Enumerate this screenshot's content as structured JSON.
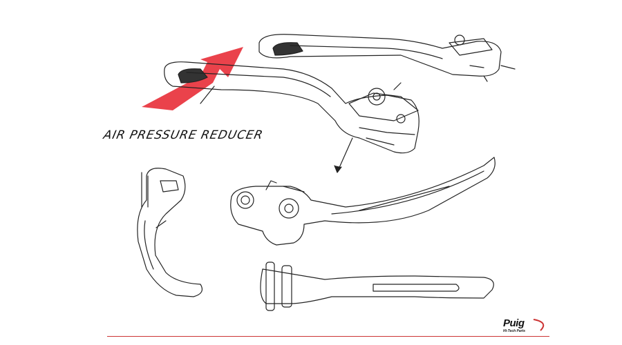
{
  "callout": {
    "label": "AIR PRESSURE REDUCER"
  },
  "brand": {
    "name": "Puig",
    "tagline": "Hi-Tech Parts"
  },
  "colors": {
    "arrow": "#e8323c",
    "line": "#222222",
    "baseline": "#cc3333"
  }
}
